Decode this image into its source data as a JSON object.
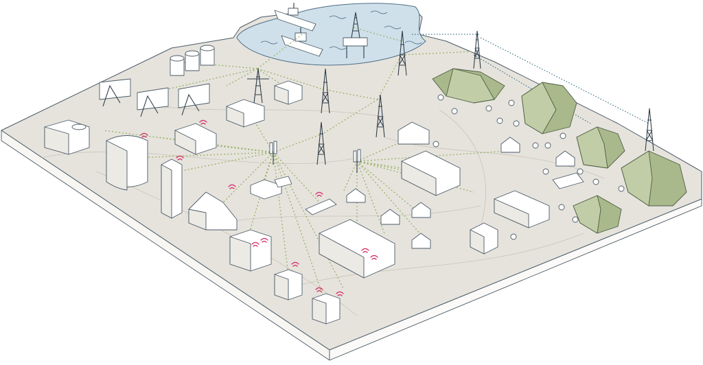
{
  "illustration": {
    "style": "isometric line drawing",
    "colors": {
      "ground": "#e6e3dd",
      "ground_edge": "#ffffff",
      "water": "#cfe0ea",
      "hills": "#a9b98c",
      "wireless_links": "#9bb56a",
      "long_range_link": "#3f6f86",
      "wifi_signal": "#d6336c",
      "outline": "#4a5a66"
    },
    "scene_elements": {
      "water_body": {
        "ships": 2,
        "offshore_platforms": 1
      },
      "transmission_towers": 7,
      "small_cell_antennas": 2,
      "hills": 5,
      "wifi_signals": 12,
      "storage_tanks": 3,
      "oil_pumpjacks": 3
    },
    "icons": [
      "tower-icon",
      "antenna-icon",
      "wifi-icon",
      "ship-icon",
      "oil-platform-icon",
      "pumpjack-icon",
      "tank-icon",
      "tree-icon",
      "house-icon"
    ]
  }
}
